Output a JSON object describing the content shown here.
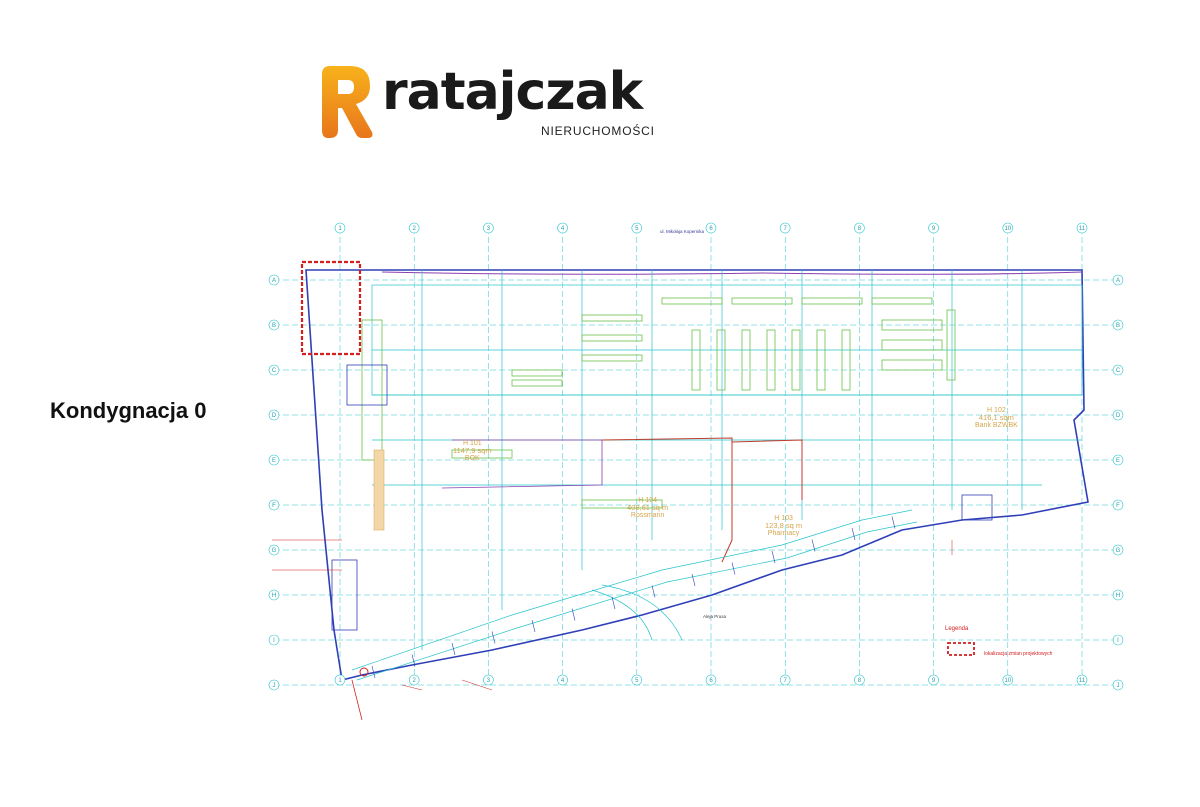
{
  "logo": {
    "name": "ratajczak",
    "subtitle": "NIERUCHOMOŚCI",
    "colors": {
      "gradient_top": "#f7b21b",
      "gradient_bottom": "#e8761c",
      "text": "#1a1a1a"
    }
  },
  "level_label": "Kondygnacja 0",
  "plan": {
    "street_label": "ul. Mikołaja Kopernika",
    "alley_label": "Aleja Prusa",
    "units": [
      {
        "id": "H 101",
        "area": "1147,9 sqm",
        "tenant": "BOK"
      },
      {
        "id": "H 104",
        "area": "408,61 sq m",
        "tenant": "Rossmann"
      },
      {
        "id": "H 102",
        "area": "416,1 sqm",
        "tenant": "Bank BZWBK"
      },
      {
        "id": "H 103",
        "area": "123,8 sq m",
        "tenant": "Pharmacy"
      }
    ],
    "grid_columns": [
      "1",
      "2",
      "3",
      "4",
      "5",
      "6",
      "7",
      "8",
      "9",
      "10",
      "11"
    ],
    "grid_rows": [
      "A",
      "B",
      "C",
      "D",
      "E",
      "F",
      "G",
      "H",
      "I",
      "J"
    ]
  },
  "legend": {
    "title": "Legenda",
    "item": "lokalizacja zmian projektowych"
  },
  "colors": {
    "accent_red": "#d21f1f",
    "plan_cyan": "#28c4cc",
    "plan_green": "#6cc24a",
    "plan_blue": "#2f3fb8",
    "plan_purple": "#8d3fb0",
    "plan_yellow": "#d6a54a"
  }
}
